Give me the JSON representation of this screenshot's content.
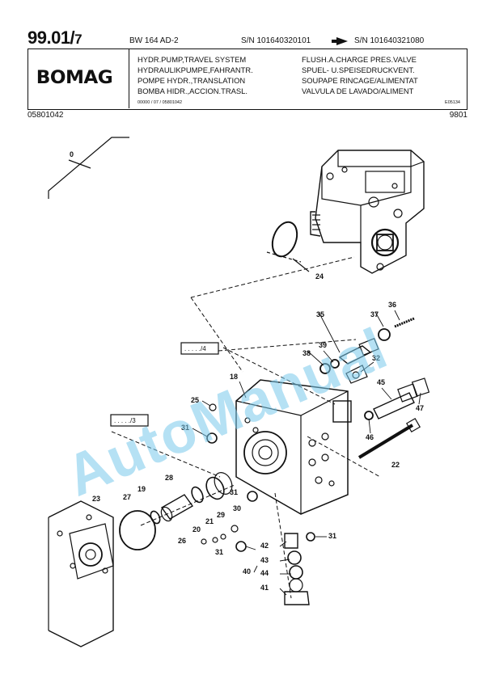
{
  "header": {
    "page_number_main": "99.01/",
    "page_number_sub": "7",
    "model": "BW 164 AD-2",
    "serial_from": "S/N 101640320101",
    "serial_to": "S/N 101640321080",
    "logo": "BOMAG",
    "title_left": [
      "HYDR.PUMP,TRAVEL SYSTEM",
      "HYDRAULIKPUMPE,FAHRANTR.",
      "POMPE HYDR.,TRANSLATION",
      "BOMBA HIDR.,ACCION.TRASL."
    ],
    "title_right": [
      "FLUSH.A.CHARGE PRES.VALVE",
      "SPUEL- U.SPEISEDRUCKVENT.",
      "SOUPAPE RINCAGE/ALIMENTAT",
      "VALVULA DE LAVADO/ALIMENT"
    ],
    "fine_left": "00000 / 07 / 05801042",
    "fine_right": "E05134",
    "doc_code": "05801042",
    "date_code": "9801"
  },
  "diagram": {
    "callouts": [
      "0",
      "24",
      "35",
      "37",
      "36",
      "38",
      "39",
      "32",
      "18",
      "45",
      "25",
      "47",
      "31",
      "46",
      "22",
      "28",
      "19",
      "23",
      "27",
      "31",
      "30",
      "29",
      "21",
      "20",
      "26",
      "31",
      "42",
      "31",
      "43",
      "40",
      "44",
      "41"
    ],
    "ref_box_4": ". . . . ./4",
    "ref_box_3": ". . . . ./3"
  },
  "watermark": "AutoManual",
  "colors": {
    "ink": "#111111",
    "watermark": "#78c8eb"
  }
}
